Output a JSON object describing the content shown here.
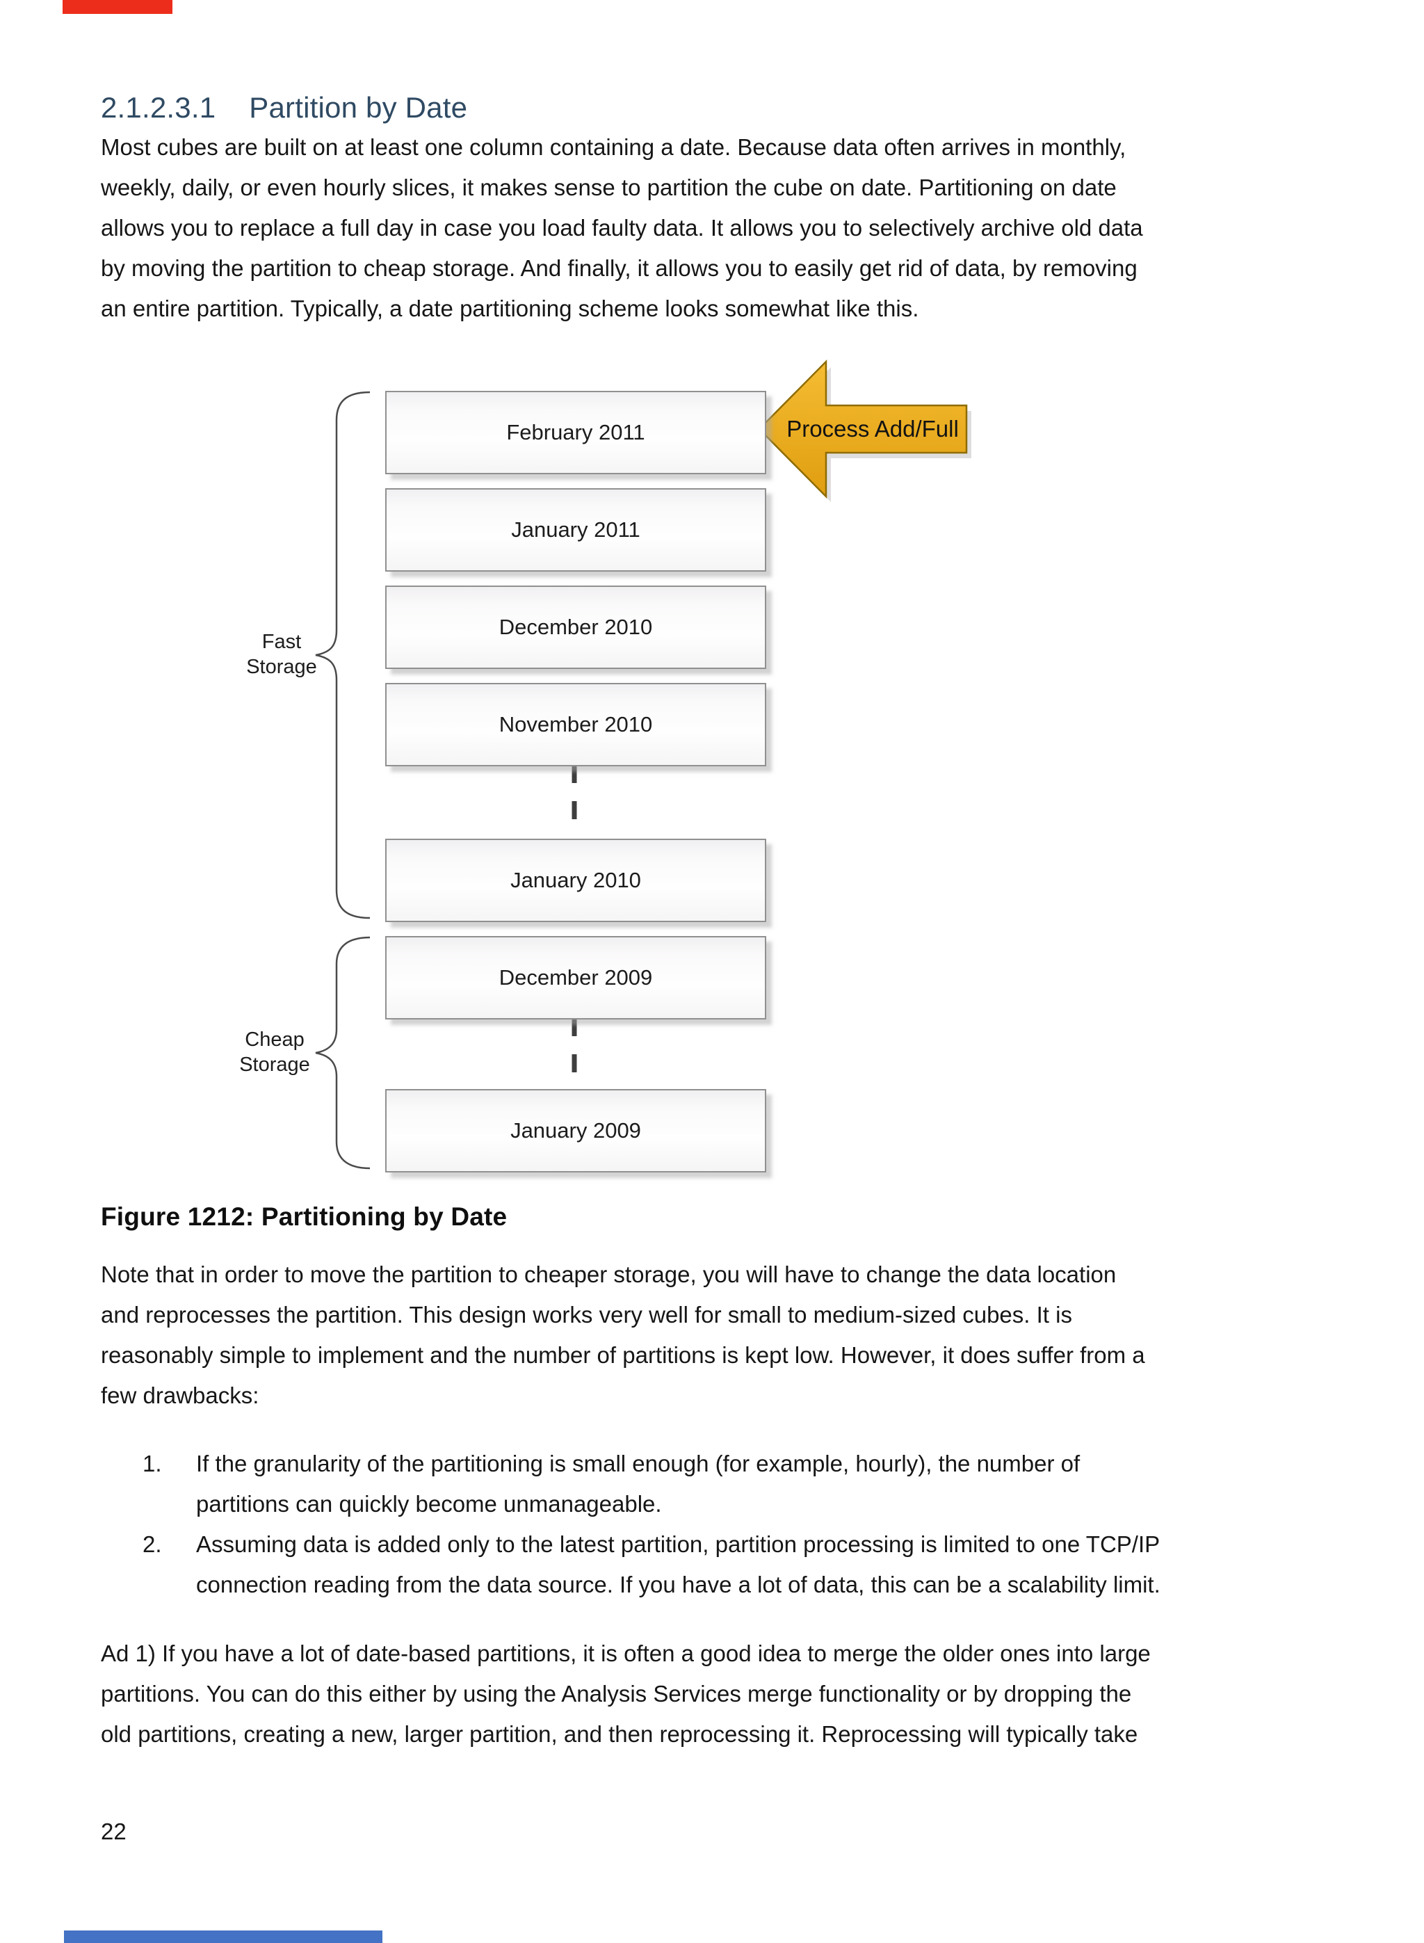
{
  "heading": {
    "number": "2.1.2.3.1",
    "title": "Partition by Date"
  },
  "paragraph1": {
    "lines": [
      "Most cubes are built on at least one column containing a date. Because data often arrives in monthly,",
      "weekly, daily, or even hourly slices, it makes sense to partition the cube on date. Partitioning on date",
      "allows you to replace a full day in case you load faulty data. It allows you to selectively archive old data",
      "by moving the partition to cheap storage. And finally, it allows you to easily get rid of data, by removing",
      "an entire partition. Typically, a date partitioning scheme looks somewhat like this."
    ]
  },
  "figure": {
    "boxes": [
      "February 2011",
      "January 2011",
      "December 2010",
      "November 2010",
      "January 2010",
      "December 2009",
      "January 2009"
    ],
    "arrow_label": "Process Add/Full",
    "fast_storage": {
      "line1": "Fast",
      "line2": "Storage"
    },
    "cheap_storage": {
      "line1": "Cheap",
      "line2": "Storage"
    },
    "caption": "Figure 1212: Partitioning by Date"
  },
  "paragraph2": {
    "lines": [
      "Note that in order to move the partition to cheaper storage, you will have to change the data location",
      "and reprocesses the partition. This design works very well for small to medium-sized cubes. It is",
      "reasonably simple to implement and the number of partitions is kept low. However, it does suffer from a",
      "few drawbacks:"
    ]
  },
  "list": {
    "items": [
      {
        "marker": "1.",
        "lines": [
          "If the granularity of the partitioning is small enough (for example, hourly), the number of",
          "partitions can quickly become unmanageable."
        ]
      },
      {
        "marker": "2.",
        "lines": [
          "Assuming data is added only to the latest partition, partition processing is limited to one TCP/IP",
          "connection reading from the data source. If you have a lot of data, this can be a scalability limit."
        ]
      }
    ]
  },
  "paragraph3": {
    "lines": [
      "Ad 1) If you have a lot of date-based partitions, it is often a good idea to merge the older ones into large",
      "partitions. You can do this either by using the Analysis Services merge functionality or by dropping the",
      "old partitions, creating a new, larger partition, and then reprocessing it. Reprocessing will typically take"
    ]
  },
  "page_number": "22",
  "colors": {
    "heading_text": "#2F4A63",
    "body_text": "#161616",
    "arrow_fill_top": "#F5BC33",
    "arrow_fill_bottom": "#E09E10",
    "arrow_border": "#8E6C00",
    "box_border": "#909090",
    "dash_line": "#3E3E3E",
    "top_edge_fragment": "#ED2D1C",
    "bottom_edge_fragment": "#4472C4"
  }
}
